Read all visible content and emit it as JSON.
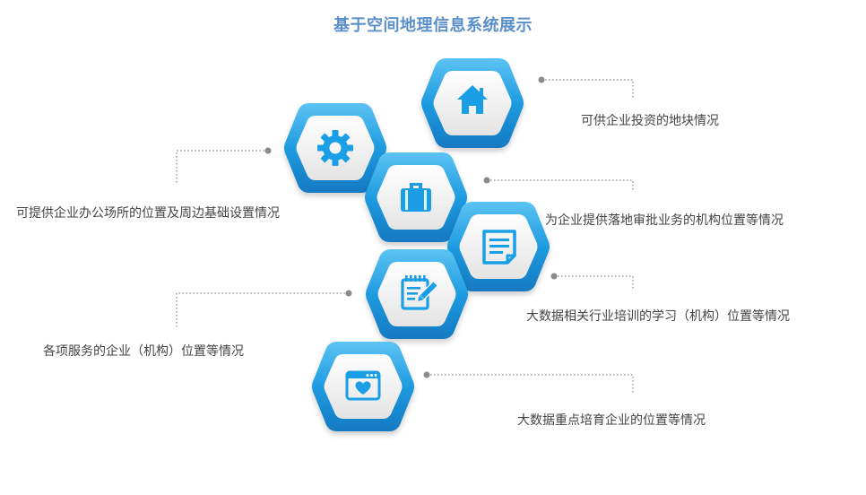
{
  "title": "基于空间地理信息系统展示",
  "colors": {
    "title": "#5b8fc9",
    "hex_outer": "#1f9be0",
    "hex_inner_grad": [
      "#ffffff",
      "#e9e9e9"
    ],
    "icon": "#1a9ee6",
    "connector": "#8a8a8a"
  },
  "items": [
    {
      "icon": "house-icon",
      "text": "可供企业投资的地块情况"
    },
    {
      "icon": "gear-icon",
      "text": "可提供企业办公场所的位置及周边基础设置情况"
    },
    {
      "icon": "briefcase-icon",
      "text": "为企业提供落地审批业务的机构位置等情况"
    },
    {
      "icon": "document-icon",
      "text": "大数据相关行业培训的学习（机构）位置等情况"
    },
    {
      "icon": "notepad-pencil-icon",
      "text": "各项服务的企业（机构）位置等情况"
    },
    {
      "icon": "heart-window-icon",
      "text": "大数据重点培育企业的位置等情况"
    }
  ]
}
